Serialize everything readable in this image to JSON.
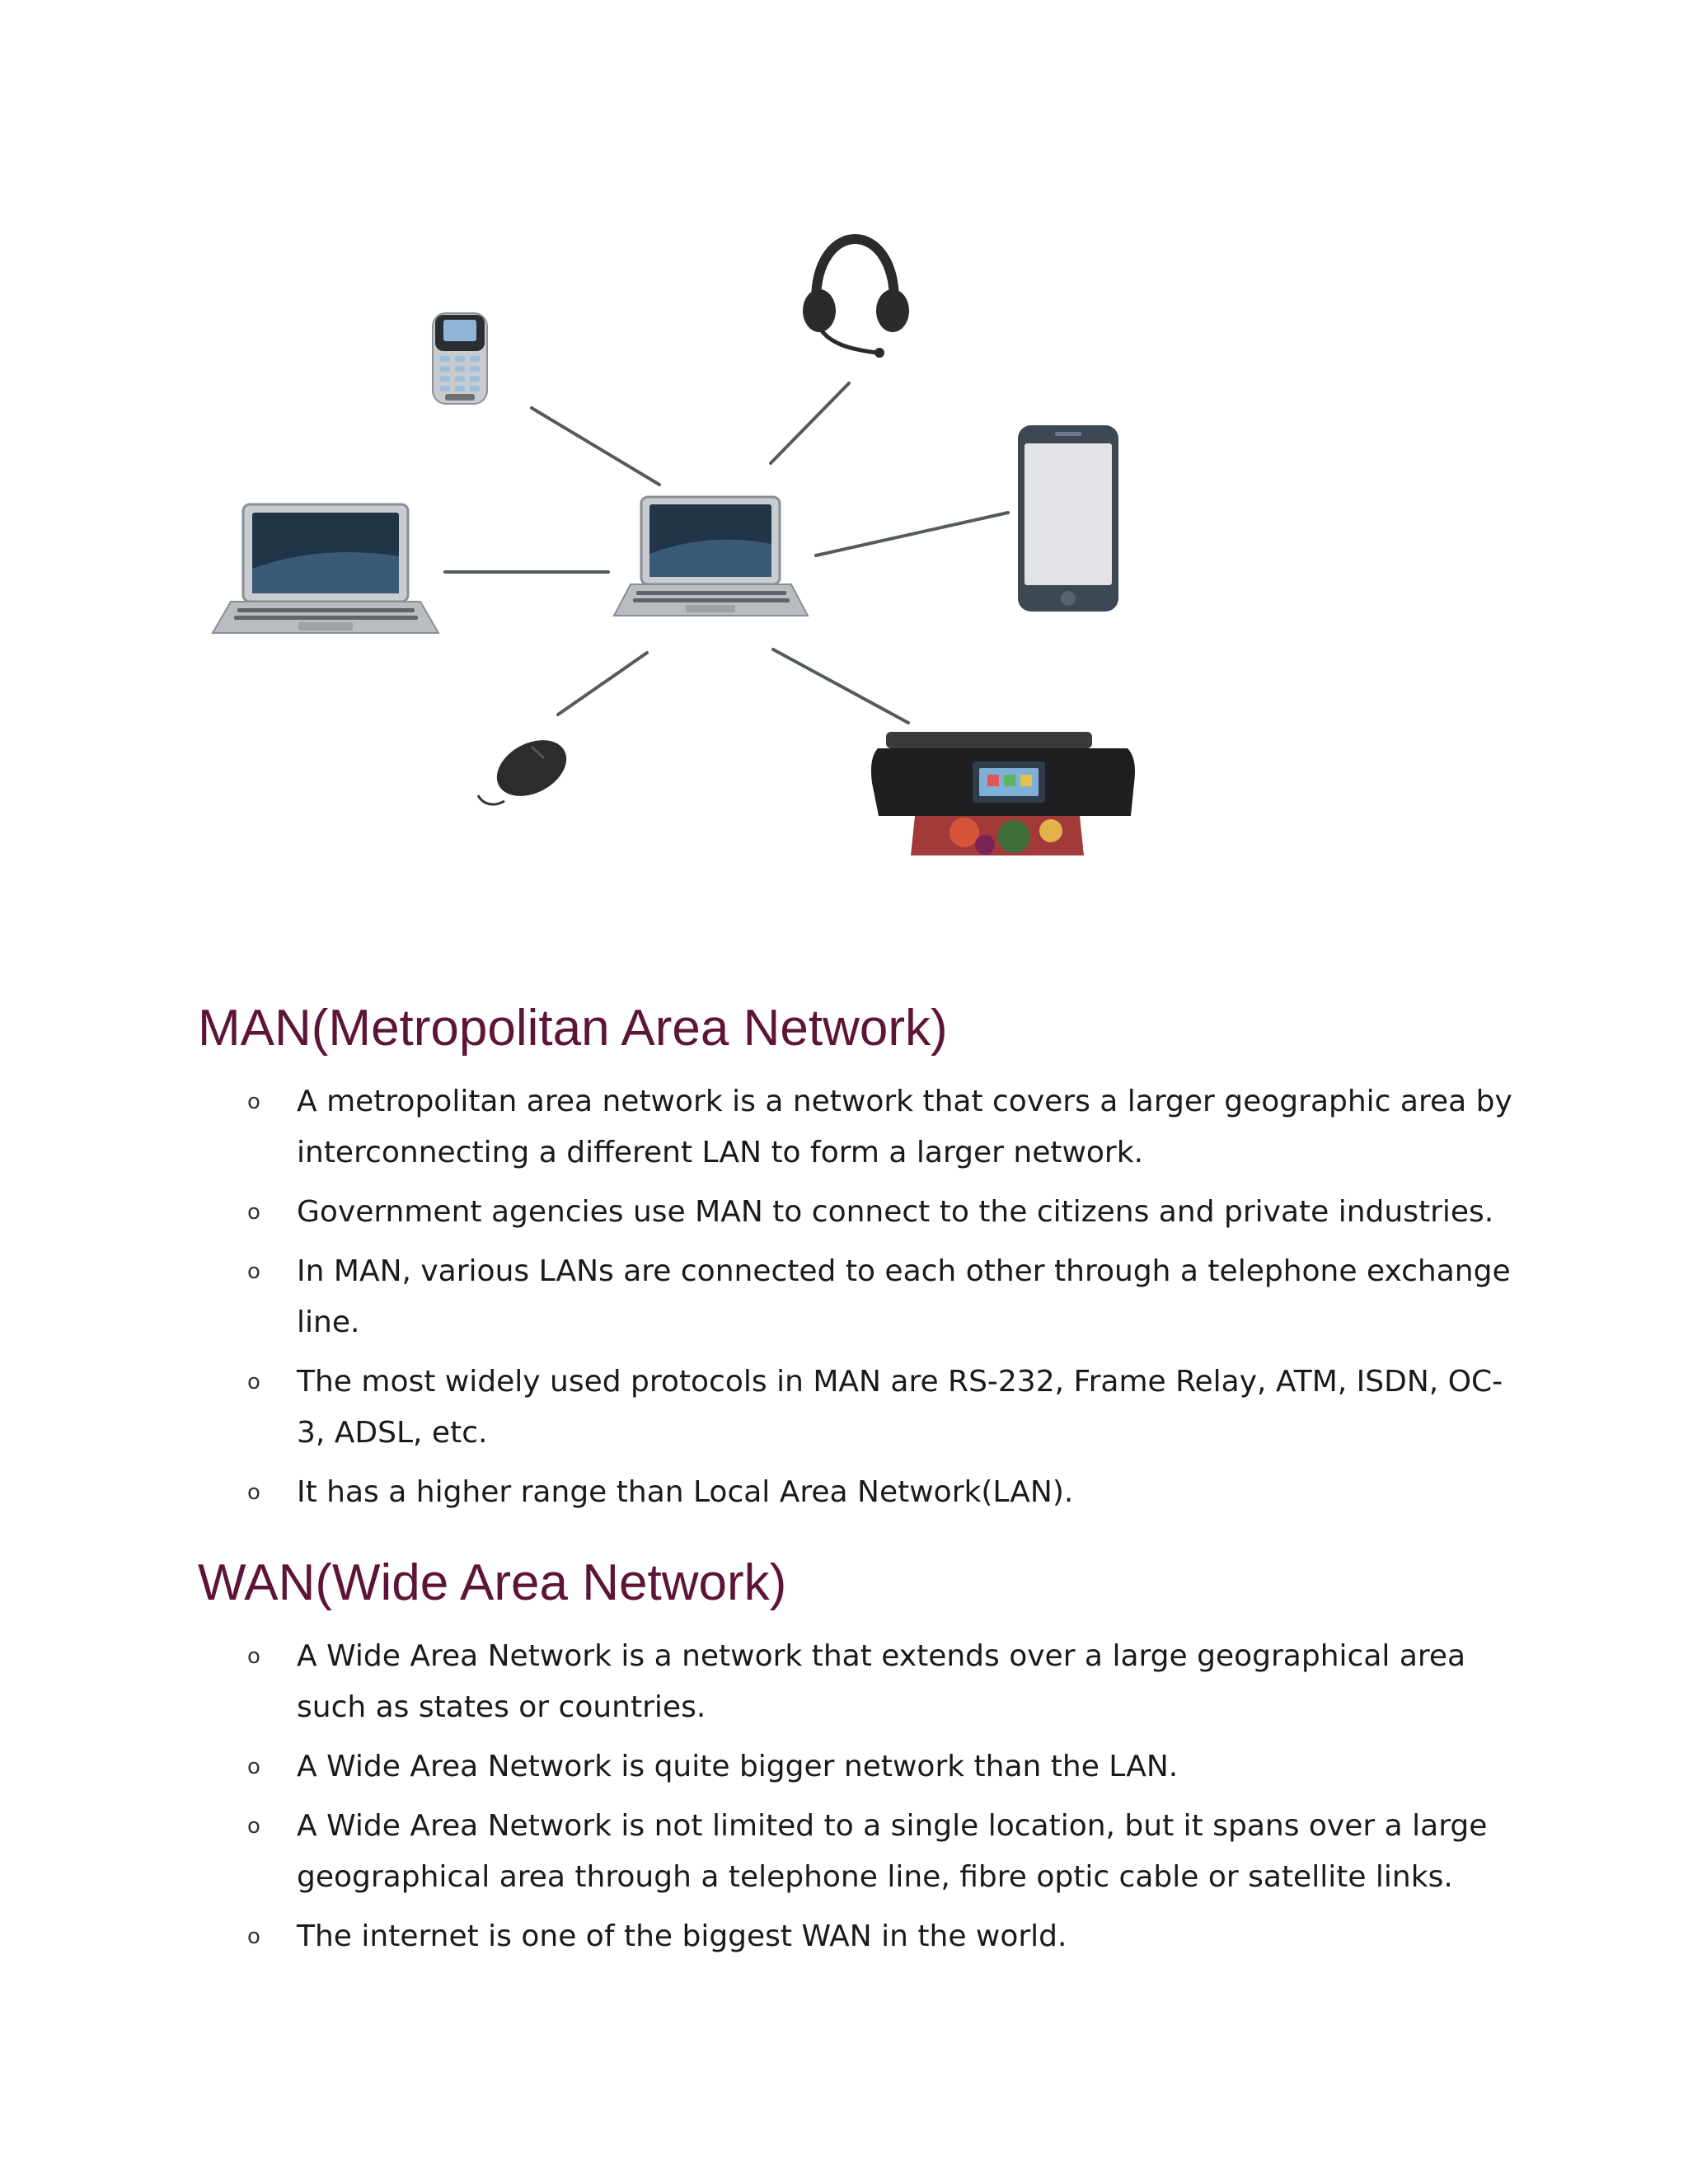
{
  "figure": {
    "icons": [
      "cordless-phone-icon",
      "headset-icon",
      "smartphone-icon",
      "laptop-icon",
      "laptop-icon",
      "mouse-icon",
      "printer-icon"
    ]
  },
  "sections": [
    {
      "heading": "MAN(Metropolitan Area Network)",
      "bullet_symbol": "o",
      "items": [
        "A metropolitan area network is a network that covers a larger geographic area by interconnecting a different LAN to form a larger network.",
        "Government agencies use MAN to connect to the citizens and private industries.",
        "In MAN, various LANs are connected to each other through a telephone exchange line.",
        "The most widely used protocols in MAN are RS-232, Frame Relay, ATM, ISDN, OC-3, ADSL, etc.",
        "It has a higher range than Local Area Network(LAN)."
      ]
    },
    {
      "heading": "WAN(Wide Area Network)",
      "bullet_symbol": "o",
      "items": [
        "A Wide Area Network is a network that extends over a large geographical area such as states or countries.",
        "A Wide Area Network is quite bigger network than the LAN.",
        "A Wide Area Network is not limited to a single location, but it spans over a large geographical area through a telephone line, fibre optic cable or satellite links.",
        "The internet is one of the biggest WAN in the world."
      ]
    }
  ],
  "colors": {
    "heading": "#5e1438",
    "body_text": "#1a1a1a"
  }
}
